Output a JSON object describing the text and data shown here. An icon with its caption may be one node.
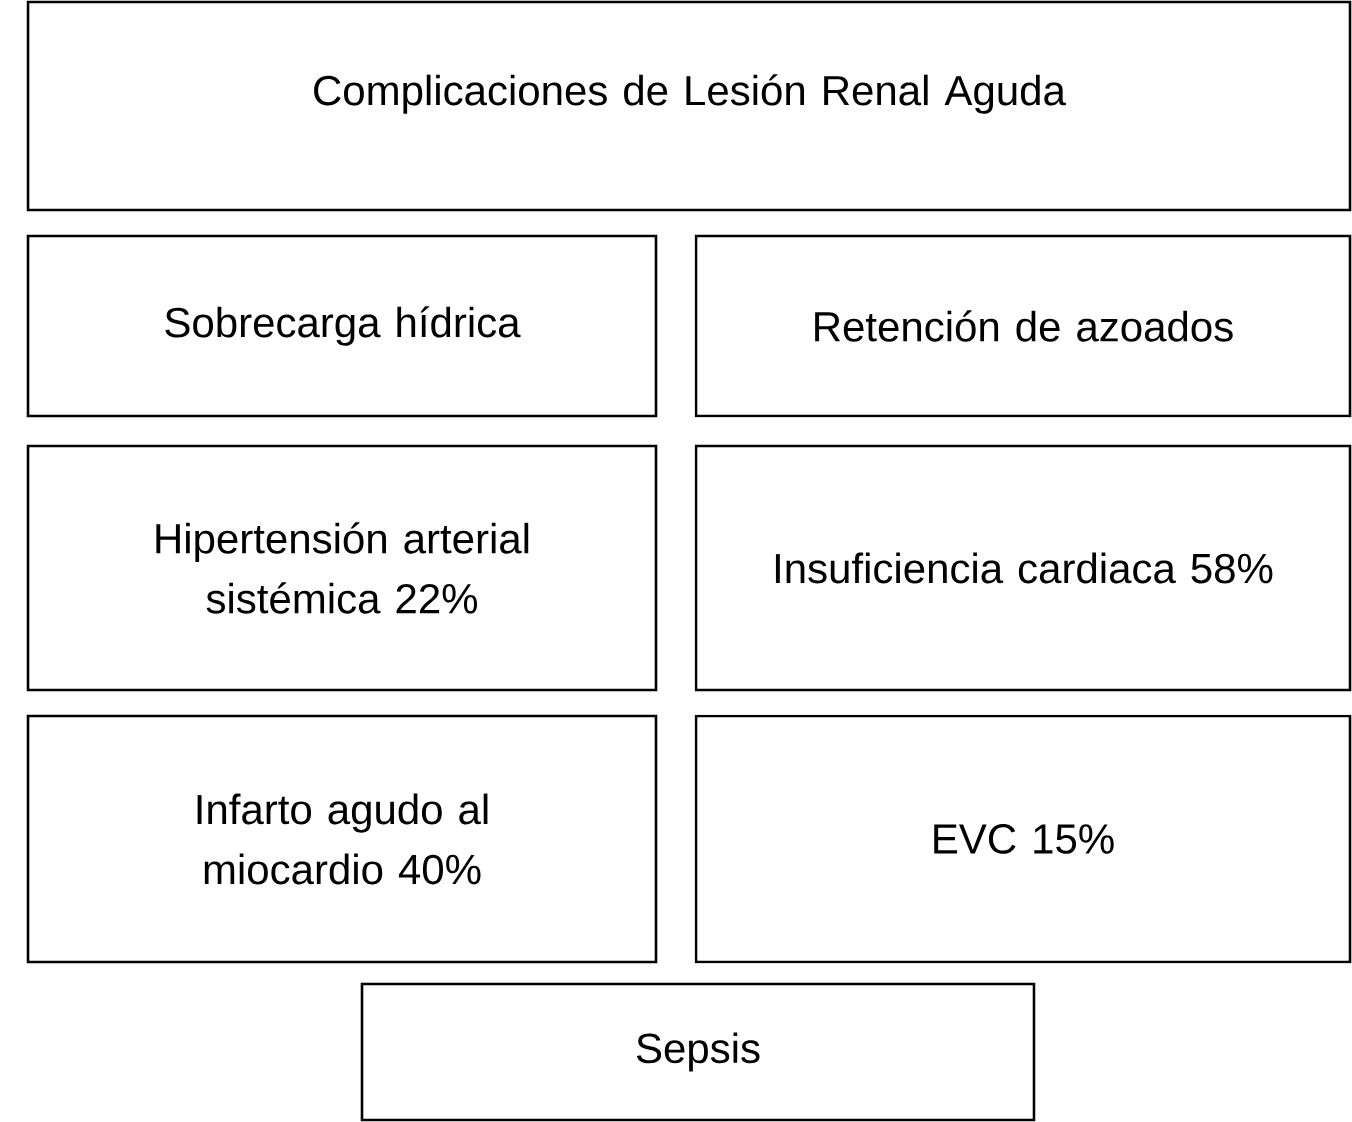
{
  "diagram": {
    "nodes": [
      {
        "text": [
          "Complicaciones de Lesión Renal Aguda"
        ]
      },
      {
        "text": [
          "Sobrecarga hídrica"
        ]
      },
      {
        "text": [
          "Retención de azoados"
        ]
      },
      {
        "text": [
          "Hipertensión arterial sistémica 22%"
        ]
      },
      {
        "text": [
          "Insuficiencia cardiaca 58%"
        ]
      },
      {
        "text": [
          "Infarto agudo al miocardio 40%"
        ]
      },
      {
        "text": [
          "EVC 15%"
        ]
      },
      {
        "text": [
          "Sepsis"
        ]
      }
    ]
  }
}
